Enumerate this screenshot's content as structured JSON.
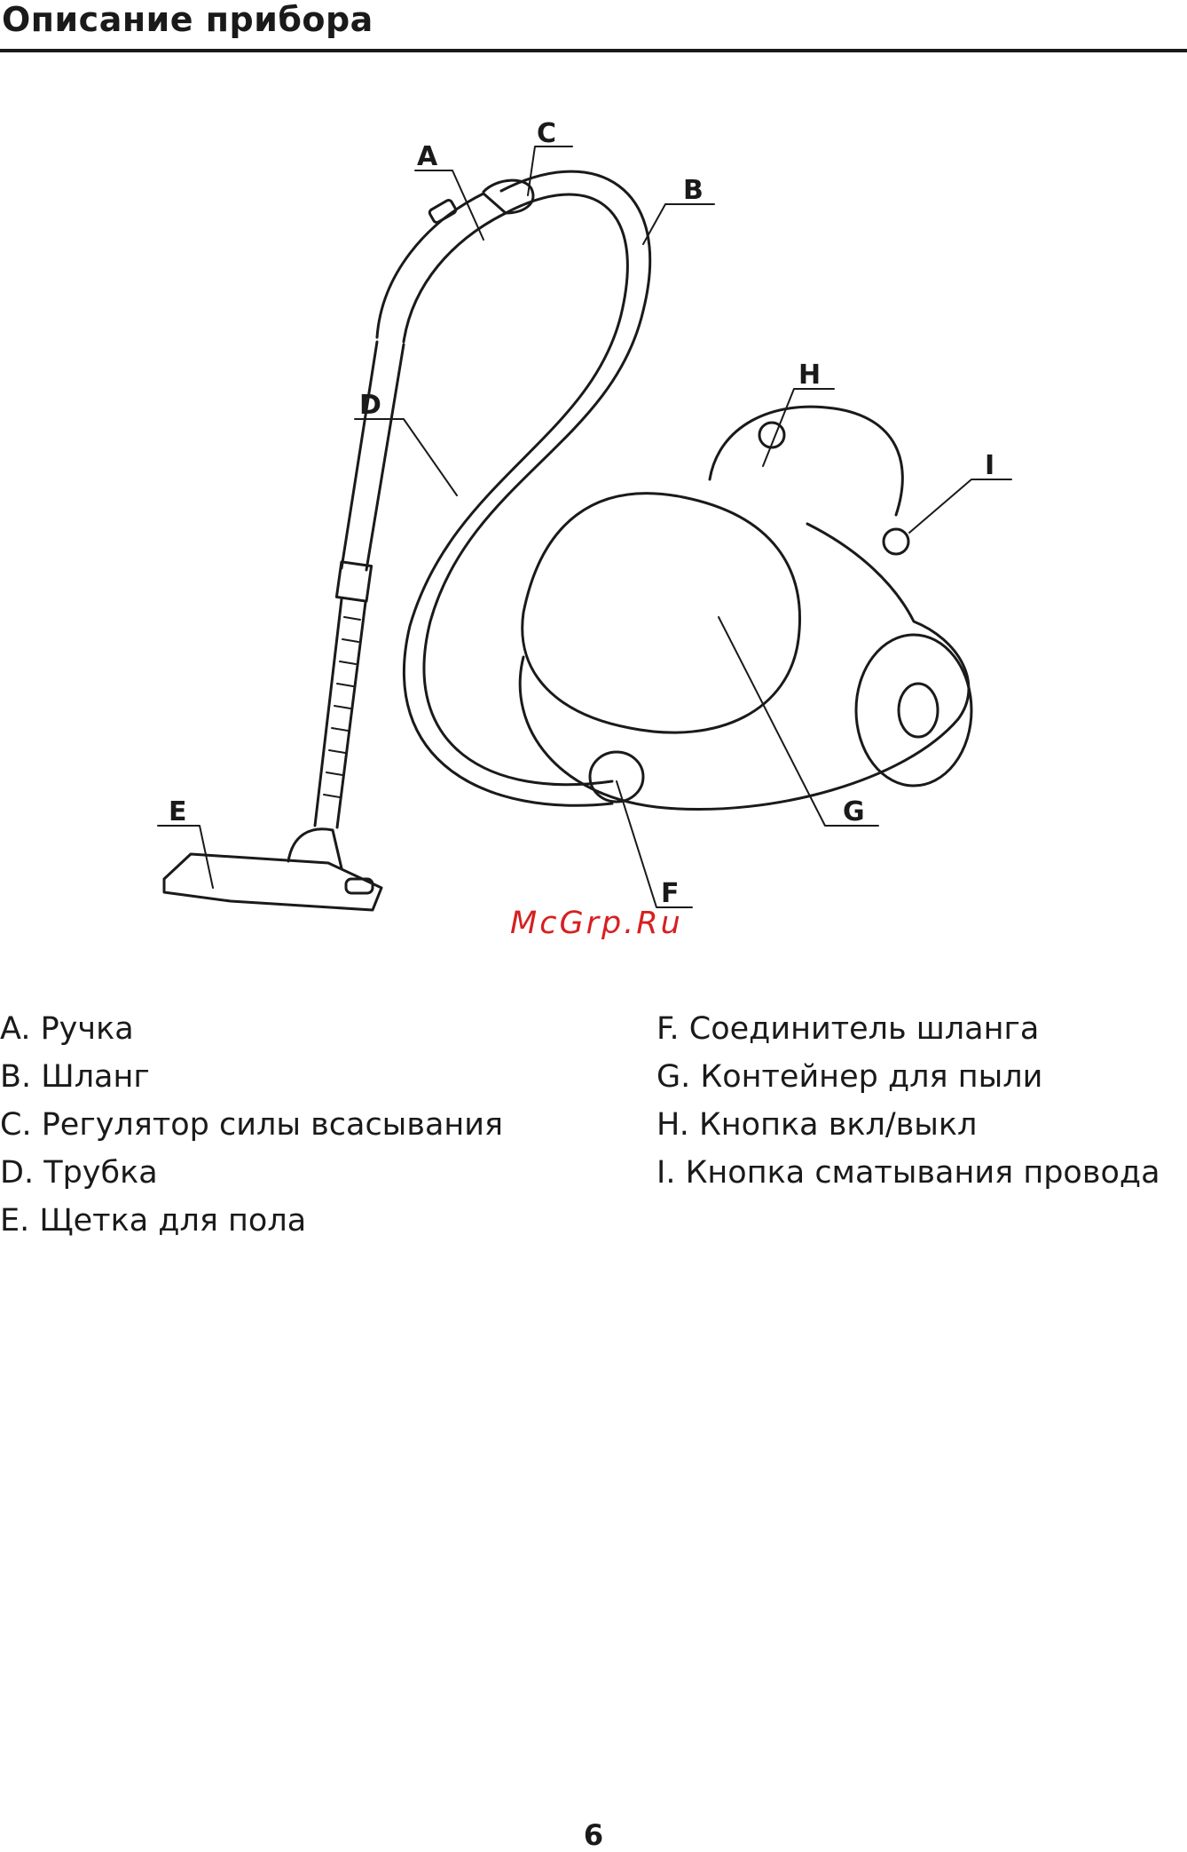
{
  "title": "Описание прибора",
  "watermark": "McGrp.Ru",
  "diagram": {
    "labels": {
      "A": "A",
      "B": "B",
      "C": "C",
      "D": "D",
      "E": "E",
      "F": "F",
      "G": "G",
      "H": "H",
      "I": "I"
    }
  },
  "legend": {
    "left": [
      "A. Ручка",
      "B. Шланг",
      "C. Регулятор силы всасывания",
      "D. Трубка",
      "E. Щетка для пола"
    ],
    "right": [
      "F. Соединитель шланга",
      "G. Контейнер для пыли",
      "H. Кнопка вкл/выкл",
      "I. Кнопка сматывания провода"
    ]
  },
  "page_number": "6"
}
